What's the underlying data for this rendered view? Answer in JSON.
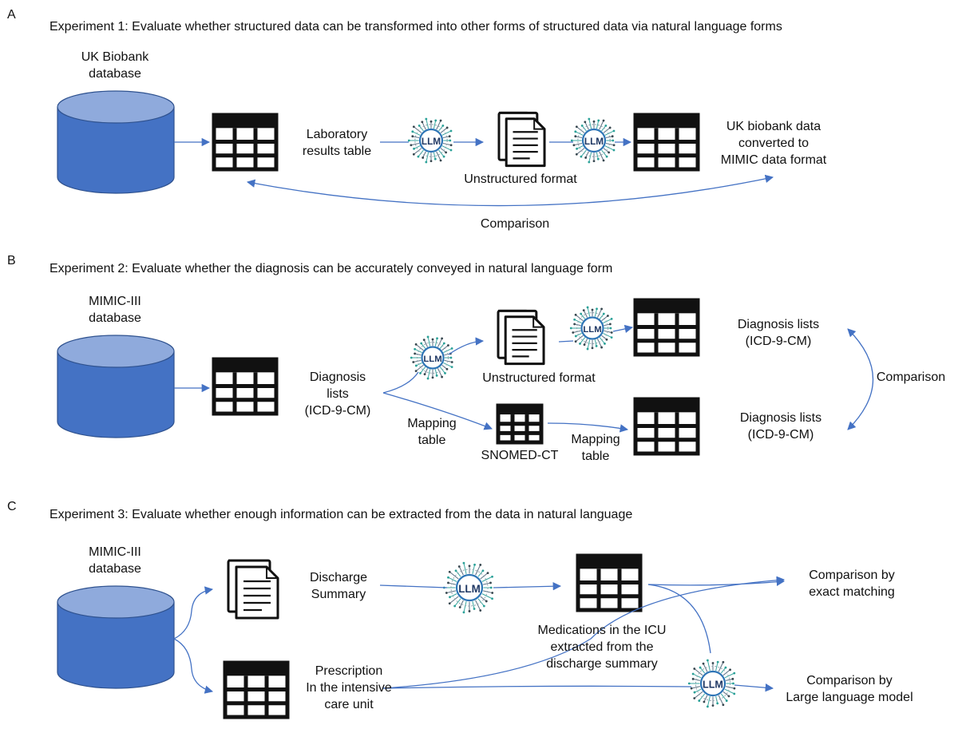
{
  "panels": {
    "a": {
      "letter": "A",
      "heading": "Experiment 1: Evaluate whether structured data can be transformed into other forms of structured data via natural language forms",
      "database": [
        "UK Biobank",
        "database"
      ],
      "source_table": [
        "Laboratory",
        "results table"
      ],
      "unstructured": "Unstructured format",
      "result": [
        "UK biobank data",
        "converted to",
        "MIMIC data format"
      ],
      "comparison": "Comparison"
    },
    "b": {
      "letter": "B",
      "heading": "Experiment 2: Evaluate whether the diagnosis can be accurately conveyed in natural language form",
      "database": [
        "MIMIC-III",
        "database"
      ],
      "source": [
        "Diagnosis",
        "lists",
        "(ICD-9-CM)"
      ],
      "unstructured": "Unstructured format",
      "mapping_1": [
        "Mapping",
        "table"
      ],
      "snomed": "SNOMED-CT",
      "mapping_2": [
        "Mapping",
        "table"
      ],
      "result_top": [
        "Diagnosis lists",
        "(ICD-9-CM)"
      ],
      "result_bottom": [
        "Diagnosis lists",
        "(ICD-9-CM)"
      ],
      "comparison": "Comparison"
    },
    "c": {
      "letter": "C",
      "heading": "Experiment 3: Evaluate whether enough information can be extracted from the data in natural language",
      "database": [
        "MIMIC-III",
        "database"
      ],
      "discharge": [
        "Discharge",
        "Summary"
      ],
      "prescription": [
        "Prescription",
        "In the intensive",
        "care unit"
      ],
      "medications": [
        "Medications in the ICU",
        "extracted from the",
        "discharge summary"
      ],
      "exact": [
        "Comparison by",
        "exact matching"
      ],
      "llm_comparison": [
        "Comparison by",
        "Large language model"
      ]
    }
  },
  "llm_badge": "LLM",
  "colors": {
    "database_fill": "#4472c4",
    "database_top": "#8faadc",
    "arrow": "#4472c4",
    "icon_stroke": "#111111",
    "llm_ring": "#2e75b6"
  },
  "icons": {
    "database": "database-cylinder-icon",
    "table": "table-grid-icon",
    "document": "document-stack-icon",
    "llm": "llm-circuit-icon"
  }
}
